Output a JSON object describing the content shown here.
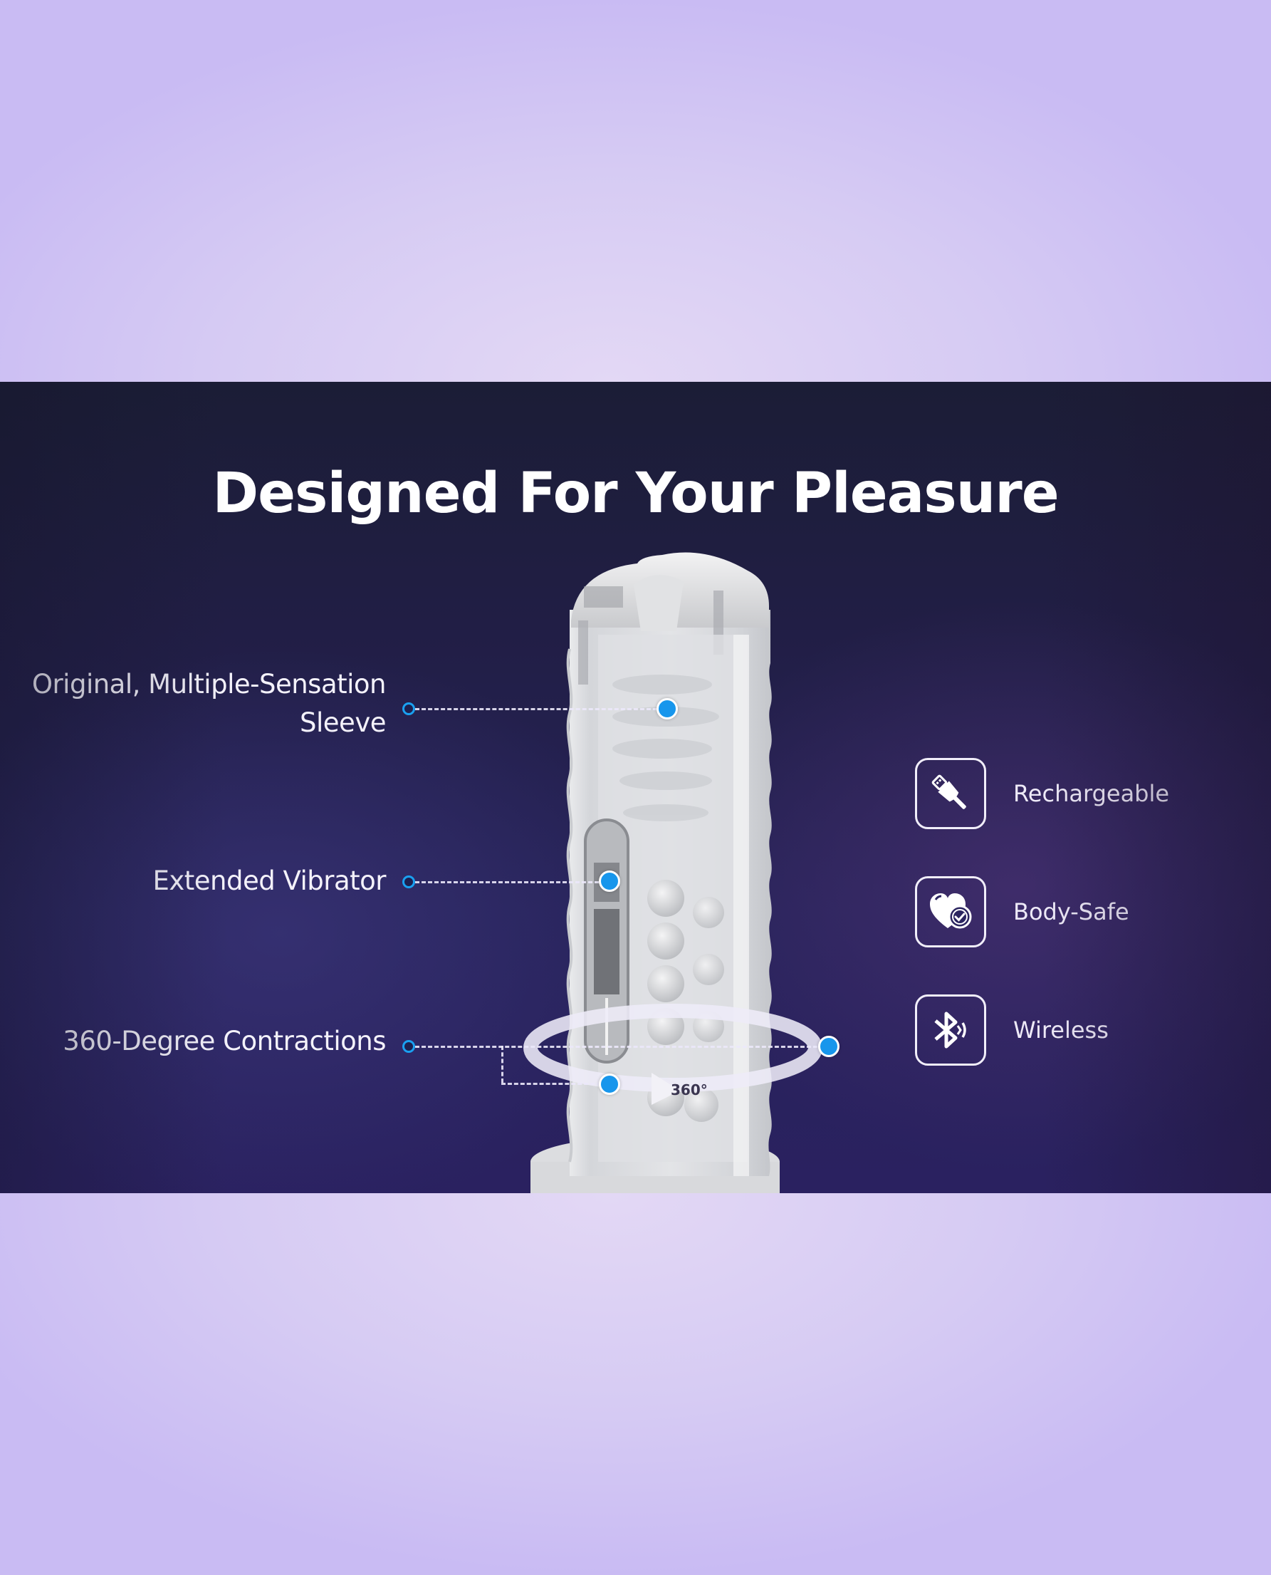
{
  "page": {
    "background_color": "#d5caf3",
    "banner_color": "#231f4c"
  },
  "banner": {
    "title": "Designed For Your Pleasure",
    "product_callouts": [
      {
        "label_line1": "Original, Multiple-Sensation",
        "label_line2": "Sleeve"
      },
      {
        "label_line1": "Extended Vibrator"
      },
      {
        "label_line1": "360-Degree Contractions"
      }
    ],
    "rotation_badge": "360°",
    "features": [
      {
        "icon": "usb-plug-icon",
        "label": "Rechargeable"
      },
      {
        "icon": "heart-check-icon",
        "label": "Body-Safe"
      },
      {
        "icon": "bluetooth-icon",
        "label": "Wireless"
      }
    ],
    "colors": {
      "accent_dot": "#1796ec",
      "text": "#ffffff",
      "connector": "#ebe8fa"
    }
  }
}
